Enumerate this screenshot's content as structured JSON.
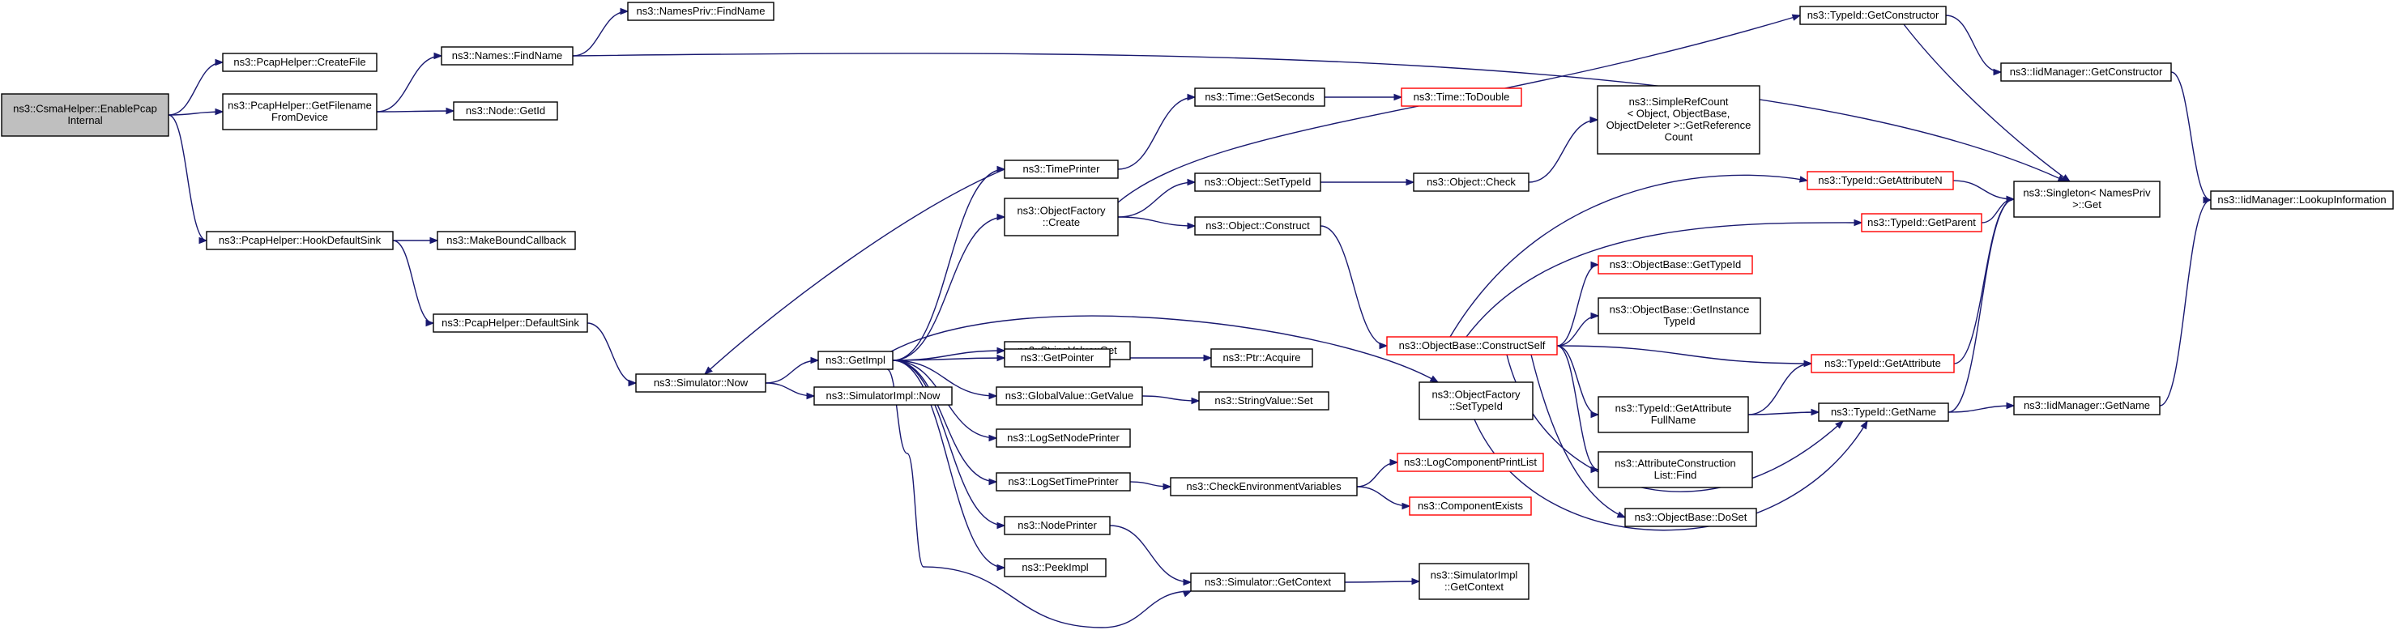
{
  "diagram": {
    "nodes": [
      {
        "id": "root",
        "lines": [
          "ns3::CsmaHelper::EnablePcap",
          "Internal"
        ],
        "root": true,
        "interactable": false
      },
      {
        "id": "createfile",
        "lines": [
          "ns3::PcapHelper::CreateFile"
        ],
        "interactable": true
      },
      {
        "id": "getfilename",
        "lines": [
          "ns3::PcapHelper::GetFilename",
          "FromDevice"
        ],
        "interactable": true
      },
      {
        "id": "hookdefaultsink",
        "lines": [
          "ns3::PcapHelper::HookDefaultSink"
        ],
        "interactable": true
      },
      {
        "id": "namesfindname",
        "lines": [
          "ns3::Names::FindName"
        ],
        "interactable": true
      },
      {
        "id": "namesprivfindname",
        "lines": [
          "ns3::NamesPriv::FindName"
        ],
        "interactable": true
      },
      {
        "id": "nodegetid",
        "lines": [
          "ns3::Node::GetId"
        ],
        "interactable": true
      },
      {
        "id": "makeboundcallback",
        "lines": [
          "ns3::MakeBoundCallback"
        ],
        "interactable": true
      },
      {
        "id": "defaultsink",
        "lines": [
          "ns3::PcapHelper::DefaultSink"
        ],
        "interactable": true
      },
      {
        "id": "simnow",
        "lines": [
          "ns3::Simulator::Now"
        ],
        "interactable": true
      },
      {
        "id": "getimpl",
        "lines": [
          "ns3::GetImpl"
        ],
        "interactable": true
      },
      {
        "id": "simimplnow",
        "lines": [
          "ns3::SimulatorImpl::Now"
        ],
        "interactable": true
      },
      {
        "id": "timeprinter",
        "lines": [
          "ns3::TimePrinter"
        ],
        "interactable": true
      },
      {
        "id": "objfactorycreate",
        "lines": [
          "ns3::ObjectFactory",
          "::Create"
        ],
        "interactable": true
      },
      {
        "id": "stringvalueget",
        "lines": [
          "ns3::StringValue::Get"
        ],
        "interactable": true
      },
      {
        "id": "getpointer",
        "lines": [
          "ns3::GetPointer"
        ],
        "interactable": true
      },
      {
        "id": "globalvaluegetvalue",
        "lines": [
          "ns3::GlobalValue::GetValue"
        ],
        "interactable": true
      },
      {
        "id": "logsetnodeprinter",
        "lines": [
          "ns3::LogSetNodePrinter"
        ],
        "interactable": true
      },
      {
        "id": "logsettimeprinter",
        "lines": [
          "ns3::LogSetTimePrinter"
        ],
        "interactable": true
      },
      {
        "id": "nodeprinter",
        "lines": [
          "ns3::NodePrinter"
        ],
        "interactable": true
      },
      {
        "id": "peekimpl",
        "lines": [
          "ns3::PeekImpl"
        ],
        "interactable": true
      },
      {
        "id": "timegetseconds",
        "lines": [
          "ns3::Time::GetSeconds"
        ],
        "interactable": true
      },
      {
        "id": "timetodouble",
        "lines": [
          "ns3::Time::ToDouble"
        ],
        "red": true,
        "interactable": true
      },
      {
        "id": "objsettypeid",
        "lines": [
          "ns3::Object::SetTypeId"
        ],
        "interactable": true
      },
      {
        "id": "objconstruct",
        "lines": [
          "ns3::Object::Construct"
        ],
        "interactable": true
      },
      {
        "id": "objcheck",
        "lines": [
          "ns3::Object::Check"
        ],
        "interactable": true
      },
      {
        "id": "simplerefcount",
        "lines": [
          "ns3::SimpleRefCount",
          "< Object, ObjectBase,",
          "ObjectDeleter >::GetReference",
          "Count"
        ],
        "interactable": true
      },
      {
        "id": "ptracquire",
        "lines": [
          "ns3::Ptr::Acquire"
        ],
        "interactable": true
      },
      {
        "id": "stringvalueset",
        "lines": [
          "ns3::StringValue::Set"
        ],
        "interactable": true
      },
      {
        "id": "checkenvvars",
        "lines": [
          "ns3::CheckEnvironmentVariables"
        ],
        "interactable": true
      },
      {
        "id": "logcompprintlist",
        "lines": [
          "ns3::LogComponentPrintList"
        ],
        "red": true,
        "interactable": true
      },
      {
        "id": "componentexists",
        "lines": [
          "ns3::ComponentExists"
        ],
        "red": true,
        "interactable": true
      },
      {
        "id": "simgetcontext",
        "lines": [
          "ns3::Simulator::GetContext"
        ],
        "interactable": true
      },
      {
        "id": "simimplgetcontext",
        "lines": [
          "ns3::SimulatorImpl",
          "::GetContext"
        ],
        "interactable": true
      },
      {
        "id": "objfactorysettypeid",
        "lines": [
          "ns3::ObjectFactory",
          "::SetTypeId"
        ],
        "interactable": true
      },
      {
        "id": "constructself",
        "lines": [
          "ns3::ObjectBase::ConstructSelf"
        ],
        "red": true,
        "interactable": true
      },
      {
        "id": "typeidgetconstructor",
        "lines": [
          "ns3::TypeId::GetConstructor"
        ],
        "interactable": true
      },
      {
        "id": "iidmgrgetconstructor",
        "lines": [
          "ns3::IidManager::GetConstructor"
        ],
        "interactable": true
      },
      {
        "id": "singletonget",
        "lines": [
          "ns3::Singleton< NamesPriv",
          ">::Get"
        ],
        "interactable": true
      },
      {
        "id": "iidmgrlookup",
        "lines": [
          "ns3::IidManager::LookupInformation"
        ],
        "interactable": true
      },
      {
        "id": "typeidgetattrn",
        "lines": [
          "ns3::TypeId::GetAttributeN"
        ],
        "red": true,
        "interactable": true
      },
      {
        "id": "typeidgetparent",
        "lines": [
          "ns3::TypeId::GetParent"
        ],
        "red": true,
        "interactable": true
      },
      {
        "id": "objbasegettypeid",
        "lines": [
          "ns3::ObjectBase::GetTypeId"
        ],
        "red": true,
        "interactable": true
      },
      {
        "id": "objbasegetinstance",
        "lines": [
          "ns3::ObjectBase::GetInstance",
          "TypeId"
        ],
        "interactable": true
      },
      {
        "id": "typeidgetattribute",
        "lines": [
          "ns3::TypeId::GetAttribute"
        ],
        "red": true,
        "interactable": true
      },
      {
        "id": "typeidgetattrfullname",
        "lines": [
          "ns3::TypeId::GetAttribute",
          "FullName"
        ],
        "interactable": true
      },
      {
        "id": "attrconstrfind",
        "lines": [
          "ns3::AttributeConstruction",
          "List::Find"
        ],
        "interactable": true
      },
      {
        "id": "objbasedoset",
        "lines": [
          "ns3::ObjectBase::DoSet"
        ],
        "interactable": true
      },
      {
        "id": "typeidgetname",
        "lines": [
          "ns3::TypeId::GetName"
        ],
        "interactable": true
      },
      {
        "id": "iidmgrgetname",
        "lines": [
          "ns3::IidManager::GetName"
        ],
        "interactable": true
      }
    ],
    "edges": [
      [
        "root",
        "createfile"
      ],
      [
        "root",
        "getfilename"
      ],
      [
        "root",
        "hookdefaultsink"
      ],
      [
        "getfilename",
        "namesfindname"
      ],
      [
        "getfilename",
        "nodegetid"
      ],
      [
        "namesfindname",
        "namesprivfindname"
      ],
      [
        "namesfindname",
        "singletonget"
      ],
      [
        "hookdefaultsink",
        "makeboundcallback"
      ],
      [
        "hookdefaultsink",
        "defaultsink"
      ],
      [
        "defaultsink",
        "simnow"
      ],
      [
        "simnow",
        "getimpl"
      ],
      [
        "simnow",
        "simimplnow"
      ],
      [
        "getimpl",
        "timeprinter"
      ],
      [
        "getimpl",
        "objfactorycreate"
      ],
      [
        "getimpl",
        "stringvalueget"
      ],
      [
        "getimpl",
        "getpointer"
      ],
      [
        "getimpl",
        "globalvaluegetvalue"
      ],
      [
        "getimpl",
        "logsetnodeprinter"
      ],
      [
        "getimpl",
        "logsettimeprinter"
      ],
      [
        "getimpl",
        "nodeprinter"
      ],
      [
        "getimpl",
        "peekimpl"
      ],
      [
        "getimpl",
        "simgetcontext"
      ],
      [
        "getimpl",
        "objfactorysettypeid"
      ],
      [
        "timeprinter",
        "timegetseconds"
      ],
      [
        "timeprinter",
        "simnow"
      ],
      [
        "timegetseconds",
        "timetodouble"
      ],
      [
        "objfactorycreate",
        "objsettypeid"
      ],
      [
        "objfactorycreate",
        "objconstruct"
      ],
      [
        "objfactorycreate",
        "typeidgetconstructor"
      ],
      [
        "objsettypeid",
        "objcheck"
      ],
      [
        "objcheck",
        "simplerefcount"
      ],
      [
        "objconstruct",
        "constructself"
      ],
      [
        "getpointer",
        "ptracquire"
      ],
      [
        "globalvaluegetvalue",
        "stringvalueset"
      ],
      [
        "logsettimeprinter",
        "checkenvvars"
      ],
      [
        "checkenvvars",
        "logcompprintlist"
      ],
      [
        "checkenvvars",
        "componentexists"
      ],
      [
        "nodeprinter",
        "simgetcontext"
      ],
      [
        "simgetcontext",
        "simimplgetcontext"
      ],
      [
        "objfactorysettypeid",
        "typeidgetname"
      ],
      [
        "typeidgetconstructor",
        "iidmgrgetconstructor"
      ],
      [
        "typeidgetconstructor",
        "singletonget"
      ],
      [
        "iidmgrgetconstructor",
        "iidmgrlookup"
      ],
      [
        "constructself",
        "typeidgetattrn"
      ],
      [
        "constructself",
        "typeidgetparent"
      ],
      [
        "constructself",
        "objbasegettypeid"
      ],
      [
        "constructself",
        "objbasegetinstance"
      ],
      [
        "constructself",
        "typeidgetattribute"
      ],
      [
        "constructself",
        "typeidgetattrfullname"
      ],
      [
        "constructself",
        "attrconstrfind"
      ],
      [
        "constructself",
        "objbasedoset"
      ],
      [
        "constructself",
        "typeidgetname"
      ],
      [
        "typeidgetattrn",
        "singletonget"
      ],
      [
        "typeidgetparent",
        "singletonget"
      ],
      [
        "typeidgetattribute",
        "singletonget"
      ],
      [
        "typeidgetattrfullname",
        "typeidgetattribute"
      ],
      [
        "typeidgetattrfullname",
        "typeidgetname"
      ],
      [
        "typeidgetname",
        "iidmgrgetname"
      ],
      [
        "typeidgetname",
        "singletonget"
      ],
      [
        "iidmgrgetname",
        "iidmgrlookup"
      ]
    ]
  }
}
